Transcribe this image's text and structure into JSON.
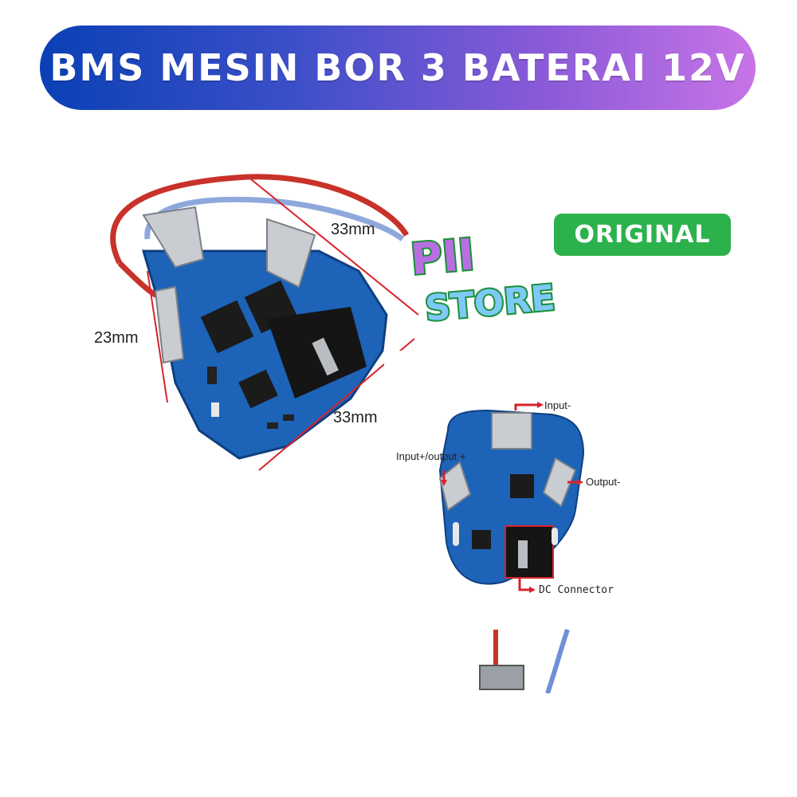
{
  "banner": {
    "title": "BMS MESIN BOR 3 BATERAI 12V",
    "gradient_start": "#0a40b5",
    "gradient_end": "#c774e6"
  },
  "badge": {
    "label": "ORIGINAL",
    "color": "#2cb24d"
  },
  "logo": {
    "line1": "PII",
    "line2": "STORE",
    "fill": "#b86ee0",
    "fill2": "#7ec9f5",
    "stroke": "#1a8f3a"
  },
  "dimensions": {
    "top": "33mm",
    "left": "23mm",
    "bottom": "33mm"
  },
  "annotations": {
    "input_minus": "Input-",
    "input_plus_output_plus": "Input+/output +",
    "output_minus": "Output-",
    "dc_connector": "DC Connector"
  },
  "pcb": {
    "color": "#1d63b8",
    "arrow_color": "#d8232a"
  }
}
